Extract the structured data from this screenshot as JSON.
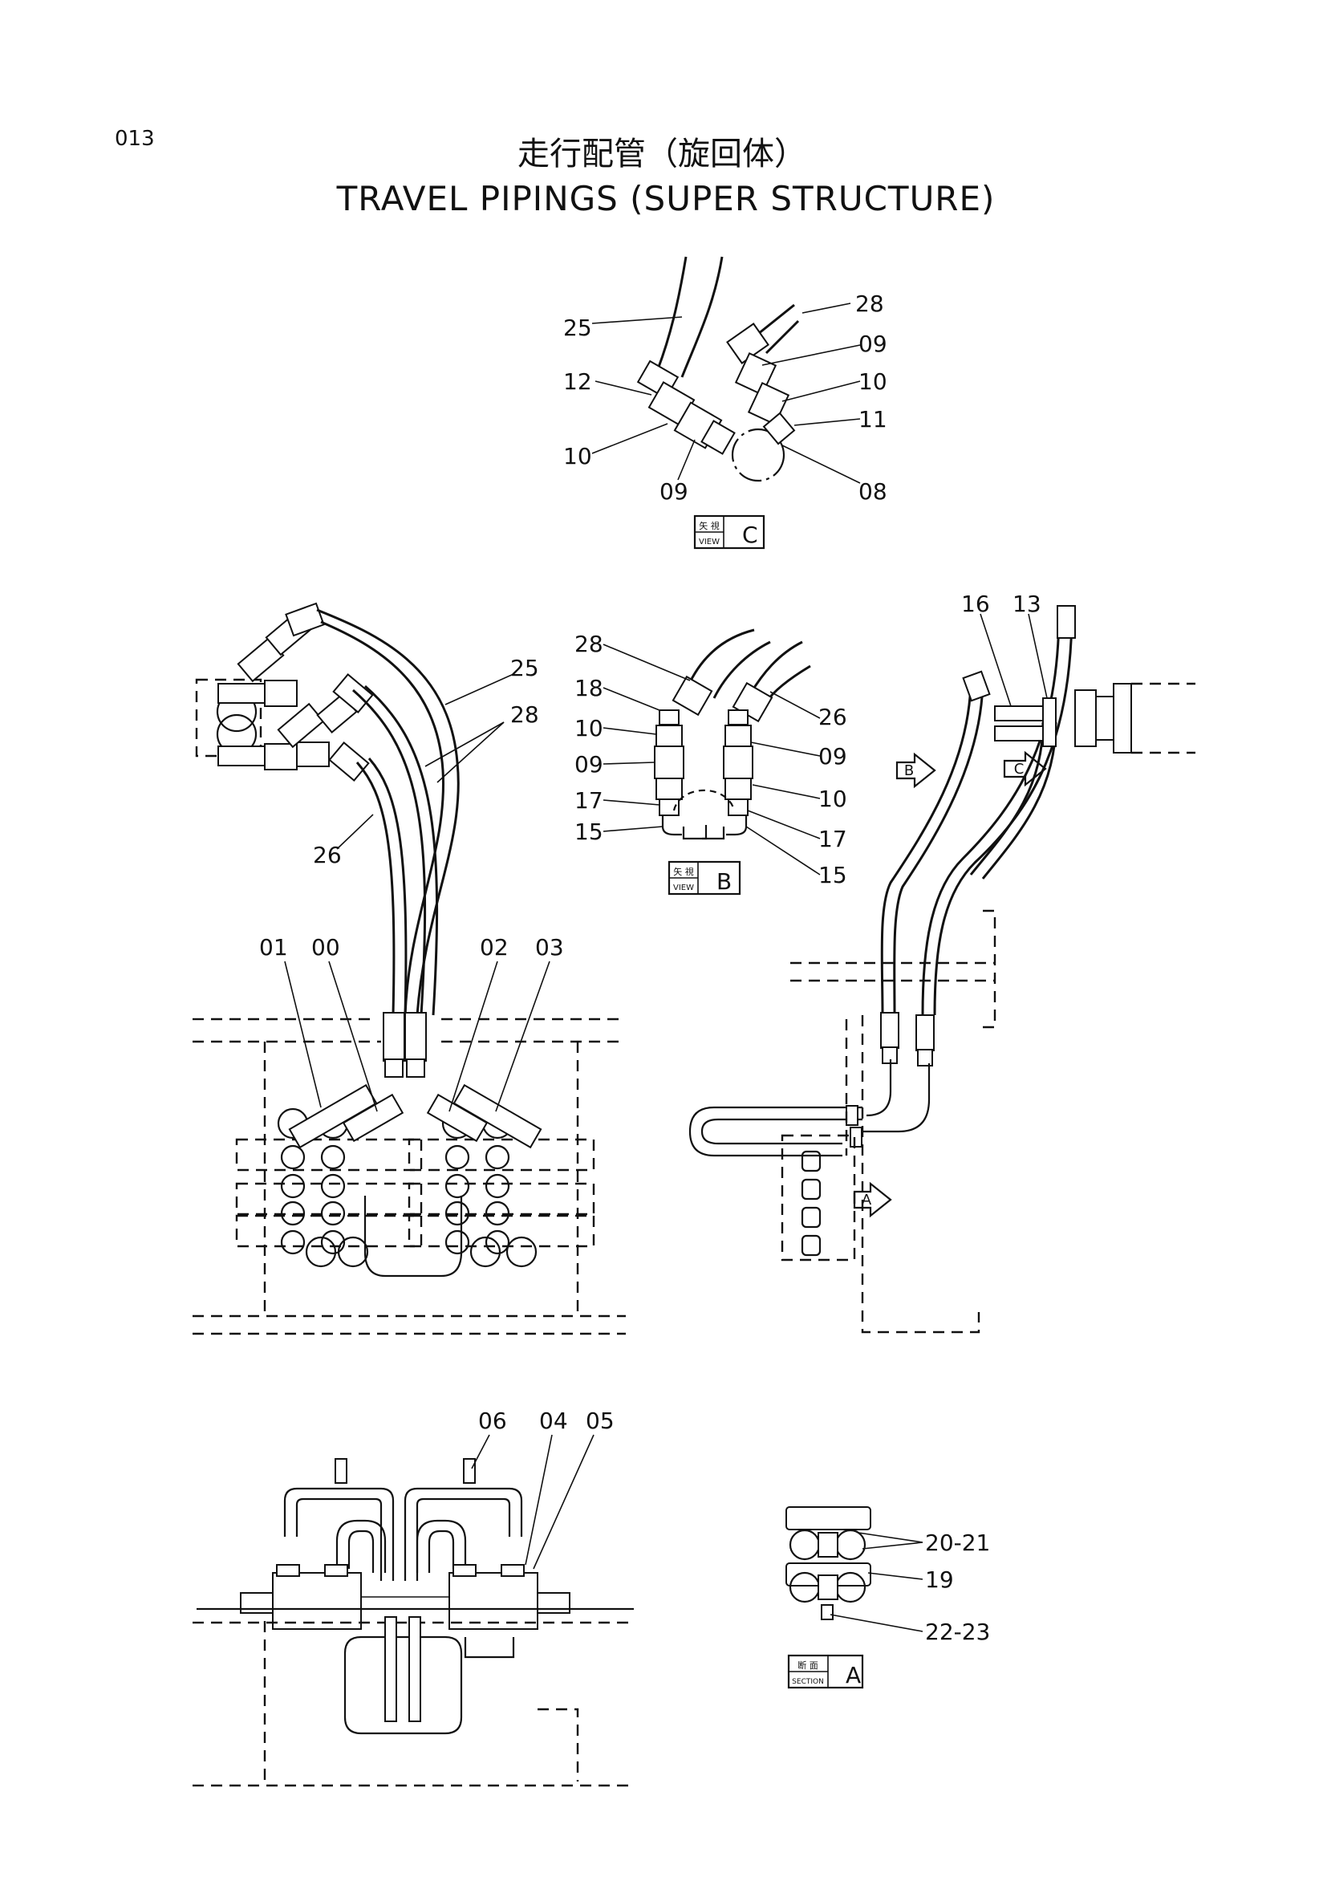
{
  "page_number": "013",
  "title_jp": "走行配管（旋回体）",
  "title_en": "TRAVEL PIPINGS (SUPER STRUCTURE)",
  "view_c": {
    "tag_small_top": "矢 視",
    "tag_small_bottom": "VIEW",
    "letter": "C",
    "callouts": [
      "25",
      "12",
      "10",
      "09",
      "28",
      "09",
      "10",
      "11",
      "08"
    ]
  },
  "view_b": {
    "tag_small_top": "矢 視",
    "tag_small_bottom": "VIEW",
    "letter": "B",
    "callouts": [
      "28",
      "18",
      "10",
      "09",
      "17",
      "15",
      "26",
      "09",
      "10",
      "17",
      "15"
    ]
  },
  "main_view": {
    "callouts": [
      "25",
      "28",
      "26",
      "01",
      "00",
      "02",
      "03"
    ]
  },
  "side_view": {
    "callouts": [
      "16",
      "13"
    ],
    "arrow_b": "B",
    "arrow_c": "C",
    "arrow_a": "A"
  },
  "bottom_view": {
    "callouts": [
      "06",
      "04",
      "05"
    ]
  },
  "section_a": {
    "tag_small_top": "断 面",
    "tag_small_bottom": "SECTION",
    "letter": "A",
    "callouts": [
      "20-21",
      "19",
      "22-23"
    ]
  }
}
